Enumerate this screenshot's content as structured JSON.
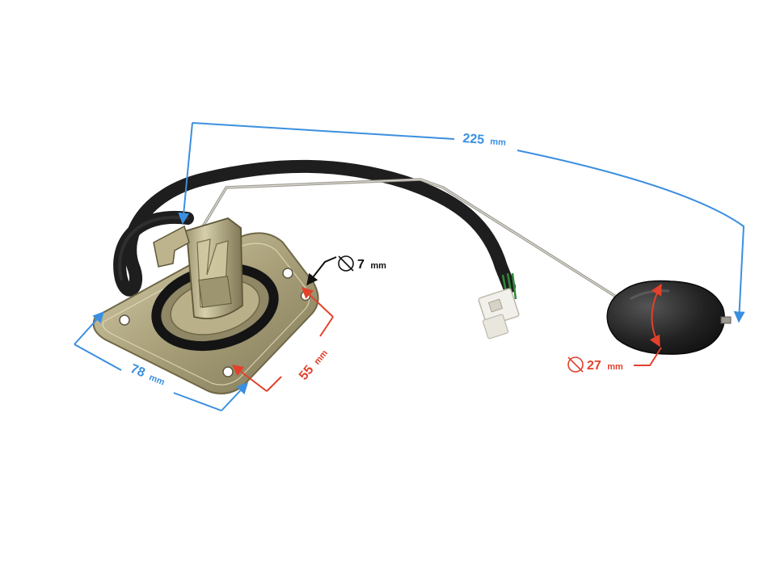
{
  "dimensions": {
    "arm_length": {
      "value": "225",
      "unit": "mm"
    },
    "plate_width": {
      "value": "78",
      "unit": "mm"
    },
    "hole_spacing": {
      "value": "55",
      "unit": "mm"
    },
    "hole_diameter": {
      "value": "7",
      "unit": "mm"
    },
    "float_diameter": {
      "value": "27",
      "unit": "mm"
    }
  },
  "colors": {
    "blue_dimension": "#3b8fe0",
    "red_dimension": "#e2412b",
    "black_dimension": "#111111",
    "plate_metal": "#b3ab86",
    "float_rubber": "#2a2a2a",
    "cable": "#1e1e1e"
  }
}
